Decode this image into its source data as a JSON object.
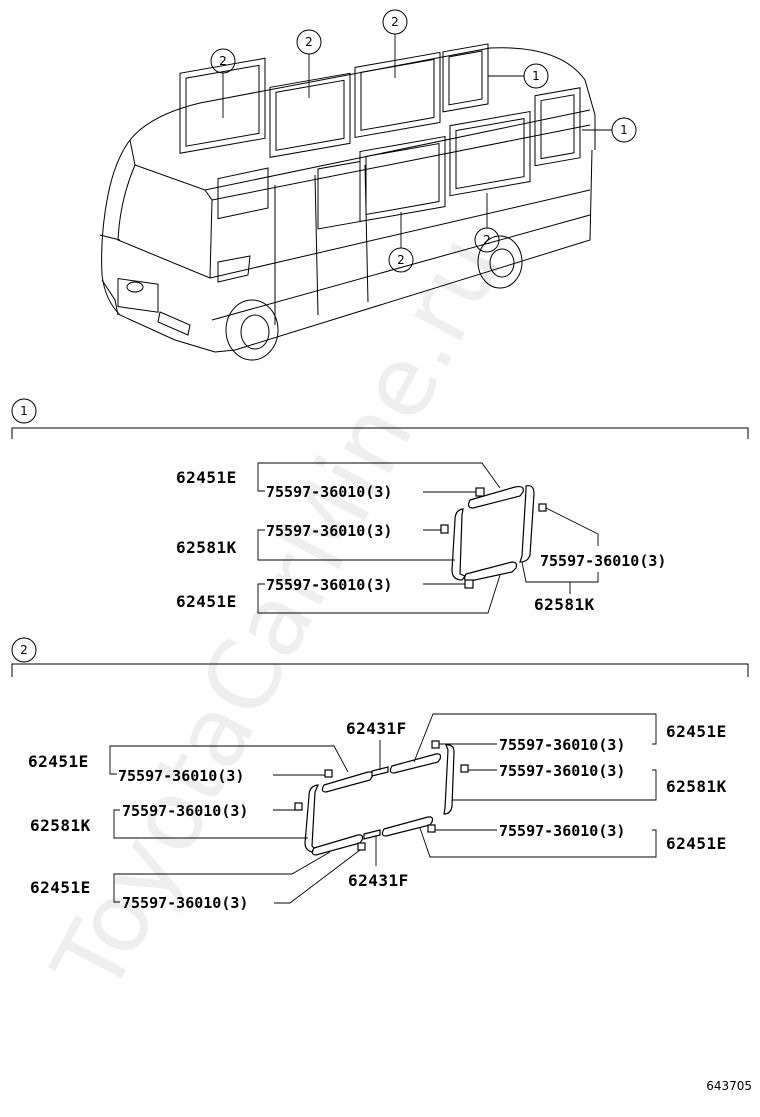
{
  "watermark": "ToyotaCarMine.ru",
  "diagram_code": "643705",
  "overview": {
    "callout_1": "1",
    "callout_2": "2"
  },
  "section1": {
    "marker": "1",
    "labels": {
      "upper_moulding": "62451E",
      "upper_clip": "75597-36010(3)",
      "side_left_moulding": "62581K",
      "side_left_clip": "75597-36010(3)",
      "lower_moulding": "62451E",
      "lower_clip": "75597-36010(3)",
      "side_right_clip": "75597-36010(3)",
      "side_right_moulding": "62581K"
    }
  },
  "section2": {
    "marker": "2",
    "labels": {
      "upper_left_moulding": "62451E",
      "upper_left_clip": "75597-36010(3)",
      "upper_joint": "62431F",
      "upper_right_clip": "75597-36010(3)",
      "upper_right_moulding": "62451E",
      "side_right_clip": "75597-36010(3)",
      "side_right_moulding": "62581K",
      "side_left_clip": "75597-36010(3)",
      "side_left_moulding": "62581K",
      "lower_right_clip": "75597-36010(3)",
      "lower_right_moulding": "62451E",
      "lower_left_moulding": "62451E",
      "lower_left_clip": "75597-36010(3)",
      "lower_joint": "62431F"
    }
  }
}
